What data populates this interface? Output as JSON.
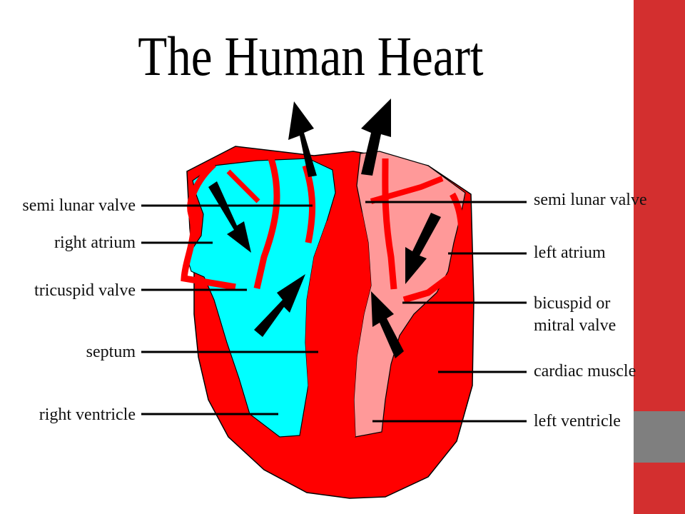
{
  "slide": {
    "title": "The Human Heart",
    "accent_color": "#d32f2f",
    "accent_grey": "#7f7f7f"
  },
  "diagram": {
    "colors": {
      "muscle": "#ff0000",
      "deoxygenated_side": "#00ffff",
      "oxygenated_side": "#ff9999",
      "arrows": "#000000"
    },
    "labels_left": [
      {
        "id": "semi-lunar-valve-right",
        "text": "semi lunar valve"
      },
      {
        "id": "right-atrium",
        "text": "right atrium"
      },
      {
        "id": "tricuspid-valve",
        "text": "tricuspid valve"
      },
      {
        "id": "septum",
        "text": "septum"
      },
      {
        "id": "right-ventricle",
        "text": "right ventricle"
      }
    ],
    "labels_right": [
      {
        "id": "semi-lunar-valve-left",
        "text": "semi lunar valve"
      },
      {
        "id": "left-atrium",
        "text": "left atrium"
      },
      {
        "id": "bicuspid-valve",
        "text": "bicuspid or\nmitral valve"
      },
      {
        "id": "cardiac-muscle",
        "text": "cardiac muscle"
      },
      {
        "id": "left-ventricle",
        "text": "left ventricle"
      }
    ]
  }
}
